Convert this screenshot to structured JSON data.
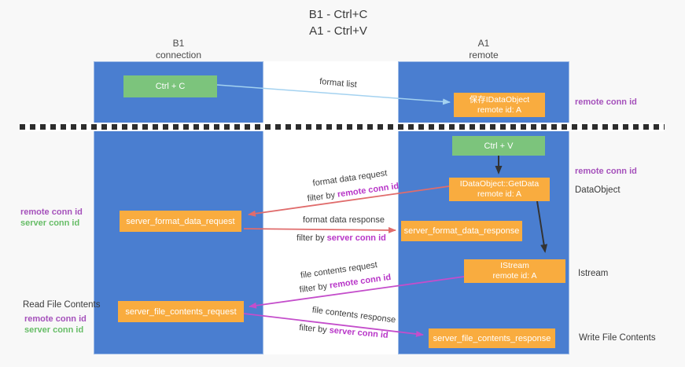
{
  "title": {
    "line1": "B1 - Ctrl+C",
    "line2": "A1 - Ctrl+V"
  },
  "lanes": {
    "left_header": {
      "line1": "B1",
      "line2": "connection"
    },
    "right_header": {
      "line1": "A1",
      "line2": "remote"
    }
  },
  "boxes": {
    "ctrl_c": {
      "label": "Ctrl + C"
    },
    "save_idataobject": {
      "line1": "保存IDataObject",
      "line2": "remote id: A"
    },
    "ctrl_v": {
      "label": "Ctrl + V"
    },
    "getdata": {
      "line1": "IDataObject::GetData",
      "line2": "remote id: A"
    },
    "server_format_data_request": {
      "label": "server_format_data_request"
    },
    "server_format_data_response": {
      "label": "server_format_data_response"
    },
    "istream": {
      "line1": "IStream",
      "line2": "remote id: A"
    },
    "server_file_contents_request": {
      "label": "server_file_contents_request"
    },
    "server_file_contents_response": {
      "label": "server_file_contents_response"
    }
  },
  "flow_labels": {
    "format_list": "format list",
    "format_data_request": "format data request",
    "format_data_filter_request": {
      "prefix": "filter by ",
      "id": "remote conn id"
    },
    "format_data_response": "format data response",
    "format_data_filter_response": {
      "prefix": "filter by ",
      "id": "server conn id"
    },
    "file_contents_request": "file contents request",
    "file_contents_filter_request": {
      "prefix": "filter by ",
      "id": "remote conn id"
    },
    "file_contents_response": "file contents response",
    "file_contents_filter_response": {
      "prefix": "filter by ",
      "id": "server conn id"
    }
  },
  "left_annotations": {
    "format_remote_conn_id": "remote conn id",
    "format_server_conn_id": "server conn id",
    "read_file_contents": "Read File Contents",
    "file_remote_conn_id": "remote conn id",
    "file_server_conn_id": "server conn id"
  },
  "right_annotations": {
    "clipboard_remote_conn_id": "remote conn id",
    "paste_remote_conn_id": "remote conn id",
    "dataobject": "DataObject",
    "istream": "Istream",
    "write_file_contents": "Write File Contents"
  },
  "colors": {
    "column_blue": "#4a7ed0",
    "box_green": "#7cc47c",
    "box_orange": "#f9ac3f",
    "arrow_light_blue": "#a4d2f0",
    "arrow_salmon": "#e06c6c",
    "arrow_magenta": "#c44ecb",
    "arrow_black": "#333333",
    "purple_text": "#a551bb",
    "green_text": "#67bd67",
    "magenta_text": "#b836c8",
    "dash_color": "#2d2d2d"
  }
}
